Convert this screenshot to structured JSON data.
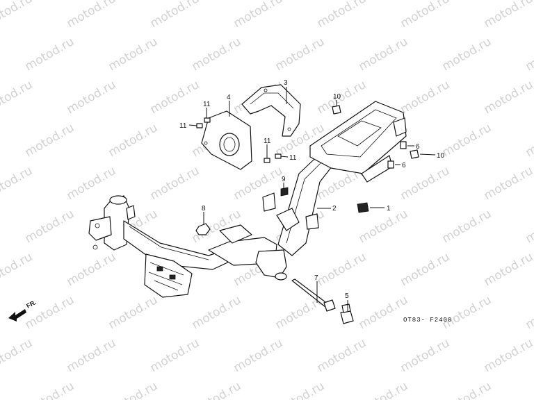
{
  "diagram": {
    "watermark": "motod.ru",
    "drawing_code": "OT83- F2400",
    "direction_label": "FR.",
    "callouts": [
      "1",
      "2",
      "3",
      "4",
      "5",
      "6",
      "6",
      "7",
      "8",
      "9",
      "10",
      "10",
      "11",
      "11",
      "11",
      "11"
    ]
  }
}
